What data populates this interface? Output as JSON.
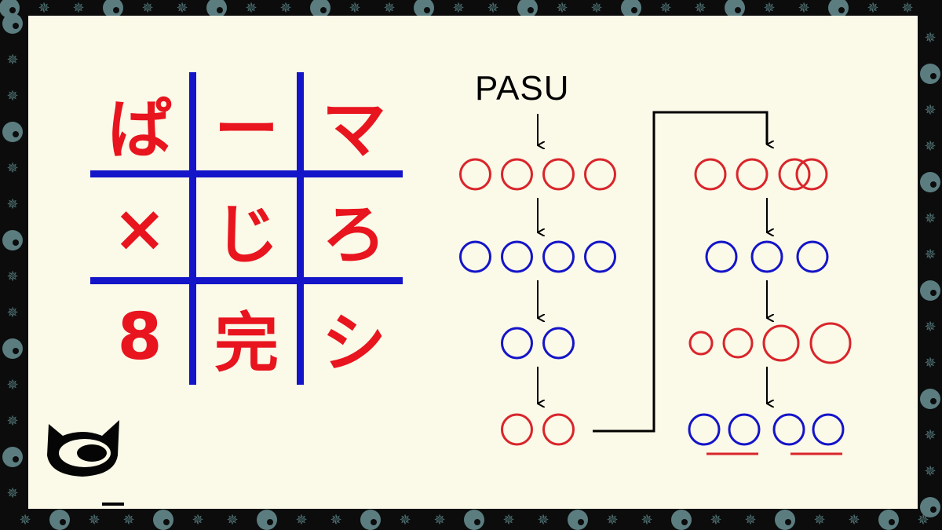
{
  "grid": {
    "cells": [
      "ぱ",
      "ー",
      "マ",
      "×",
      "じ",
      "ろ",
      "8",
      "完",
      "シ"
    ],
    "text_color": "#e8141e",
    "line_color": "#1414c8"
  },
  "flow": {
    "start_label": "PASU",
    "red_color": "#d9252b",
    "blue_color": "#1414c8",
    "left_column": [
      {
        "color": "red",
        "count": 4
      },
      {
        "color": "blue",
        "count": 4
      },
      {
        "color": "blue",
        "count": 2
      },
      {
        "color": "red",
        "count": 2
      }
    ],
    "right_column": [
      {
        "color": "red",
        "count": 4,
        "style": "last-two-overlap"
      },
      {
        "color": "blue",
        "count": 3
      },
      {
        "color": "red",
        "count": 4,
        "style": "increasing-size"
      },
      {
        "color": "blue",
        "count": 4,
        "underlined_pairs": 2
      }
    ]
  },
  "logo": {
    "icon": "black-cat-head-icon"
  }
}
